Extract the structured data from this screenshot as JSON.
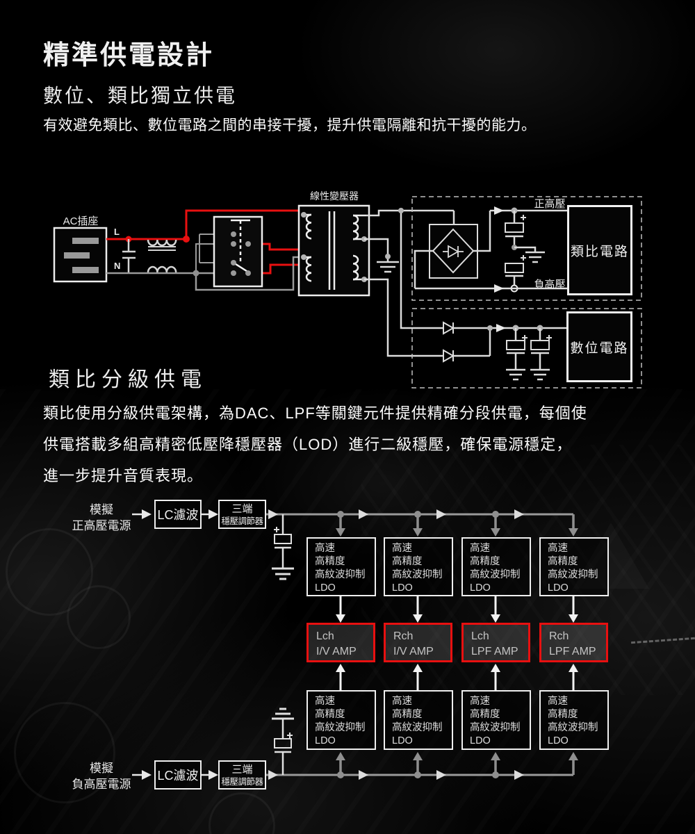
{
  "header": {
    "title": "精準供電設計",
    "subtitle": "數位、類比獨立供電",
    "description": "有效避免類比、數位電路之間的串接干擾，提升供電隔離和抗干擾的能力。"
  },
  "section2": {
    "title": "類比分級供電",
    "description": "類比使用分級供電架構，為DAC、LPF等關鍵元件提供精確分段供電，每個使\n供電搭載多組高精密低壓降穩壓器（LOD）進行二級穩壓，確保電源穩定，\n進一步提升音質表現。"
  },
  "diagram1": {
    "labels": {
      "ac_socket": "AC插座",
      "line_live": "L",
      "line_neutral": "N",
      "transformer": "線性變壓器",
      "positive_hv": "正高壓",
      "negative_hv": "負高壓",
      "analog_circuit": "類比電路",
      "digital_circuit": "數位電路"
    }
  },
  "diagram2": {
    "source_positive": "模擬\n正高壓電源",
    "source_negative": "模擬\n負高壓電源",
    "lc_filter": "LC濾波",
    "regulator_line1": "三端",
    "regulator_line2": "穩壓調節器",
    "ldo_text": "高速\n高精度\n高紋波抑制\nLDO",
    "amps": [
      "Lch\nI/V AMP",
      "Rch\nI/V AMP",
      "Lch\nLPF AMP",
      "Rch\nLPF AMP"
    ]
  },
  "colors": {
    "accent_red": "#e81010",
    "wire_white": "#dcdcdc",
    "wire_gray": "#9a9a9a",
    "background": "#000000"
  }
}
